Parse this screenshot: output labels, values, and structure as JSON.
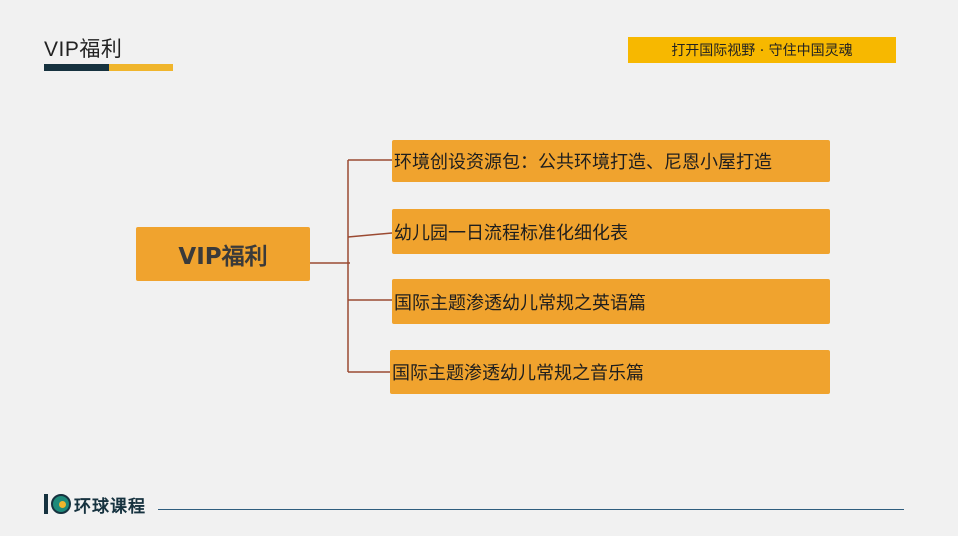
{
  "header": {
    "title": "VIP福利",
    "slogan": "打开国际视野 · 守住中国灵魂"
  },
  "diagram": {
    "root": "VIP福利",
    "branches": [
      "环境创设资源包：公共环境打造、尼恩小屋打造",
      "幼儿园一日流程标准化细化表",
      "国际主题渗透幼儿常规之英语篇",
      "国际主题渗透幼儿常规之音乐篇"
    ],
    "connector_color": "#9b4a32",
    "box_color": "#f0a32e"
  },
  "footer": {
    "logo_text": "环球课程"
  }
}
